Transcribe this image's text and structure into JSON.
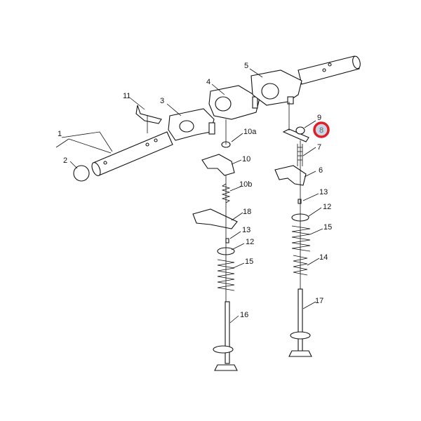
{
  "diagram": {
    "labels": {
      "l1": "1",
      "l2": "2",
      "l3": "3",
      "l4": "4",
      "l5": "5",
      "l11": "11",
      "l10a": "10a",
      "l10": "10",
      "l10b": "10b",
      "l18": "18",
      "l13a": "13",
      "l12a": "12",
      "l15a": "15",
      "l16": "16",
      "l9": "9",
      "l8": "8",
      "l7": "7",
      "l6": "6",
      "l13b": "13",
      "l12b": "12",
      "l15b": "15",
      "l14": "14",
      "l17": "17"
    },
    "highlight": {
      "label": "8",
      "ring_color": "#e01e24",
      "fill_color": "#c9d6e6"
    }
  }
}
